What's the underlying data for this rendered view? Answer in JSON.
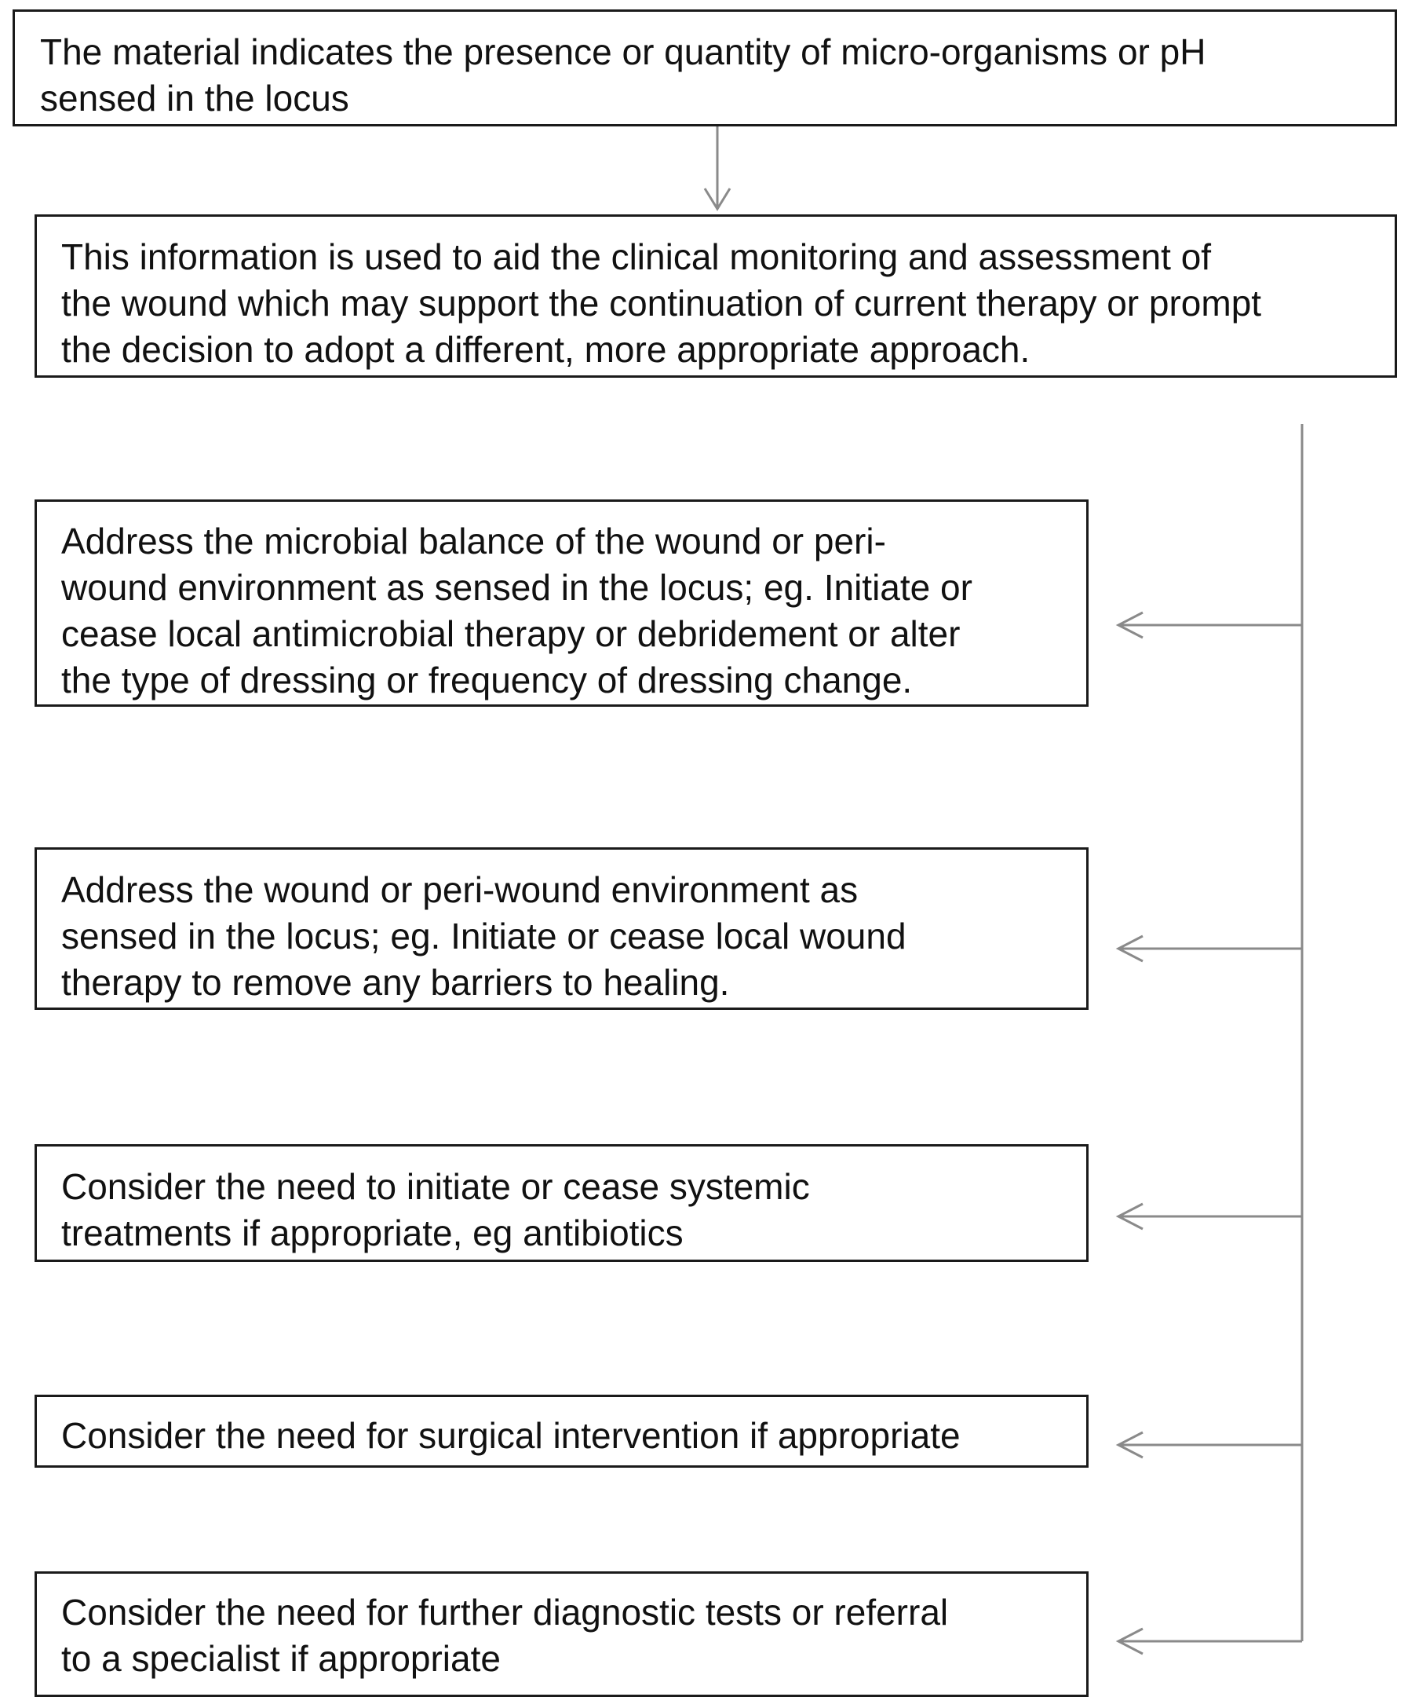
{
  "steps": {
    "top": "The material indicates the presence or quantity of micro-organisms or pH\nsensed in the locus",
    "info": "This information is used to aid the clinical monitoring and assessment of\nthe wound which may support the continuation of current therapy or prompt\nthe decision to adopt a different, more appropriate approach.",
    "microbial": "Address the microbial balance of the wound or peri-\nwound environment as sensed in the locus; eg. Initiate or\ncease local antimicrobial therapy or debridement or alter\nthe type of dressing or frequency of dressing change.",
    "environment": "Address the wound or peri-wound environment as\nsensed in the locus; eg. Initiate or cease local wound\ntherapy to remove any barriers to healing.",
    "systemic": "Consider the need to initiate or cease systemic\ntreatments if appropriate, eg antibiotics",
    "surgical": "Consider the need for surgical intervention if appropriate",
    "diagnostic": "Consider the need for further diagnostic tests or referral\nto a specialist if appropriate"
  }
}
